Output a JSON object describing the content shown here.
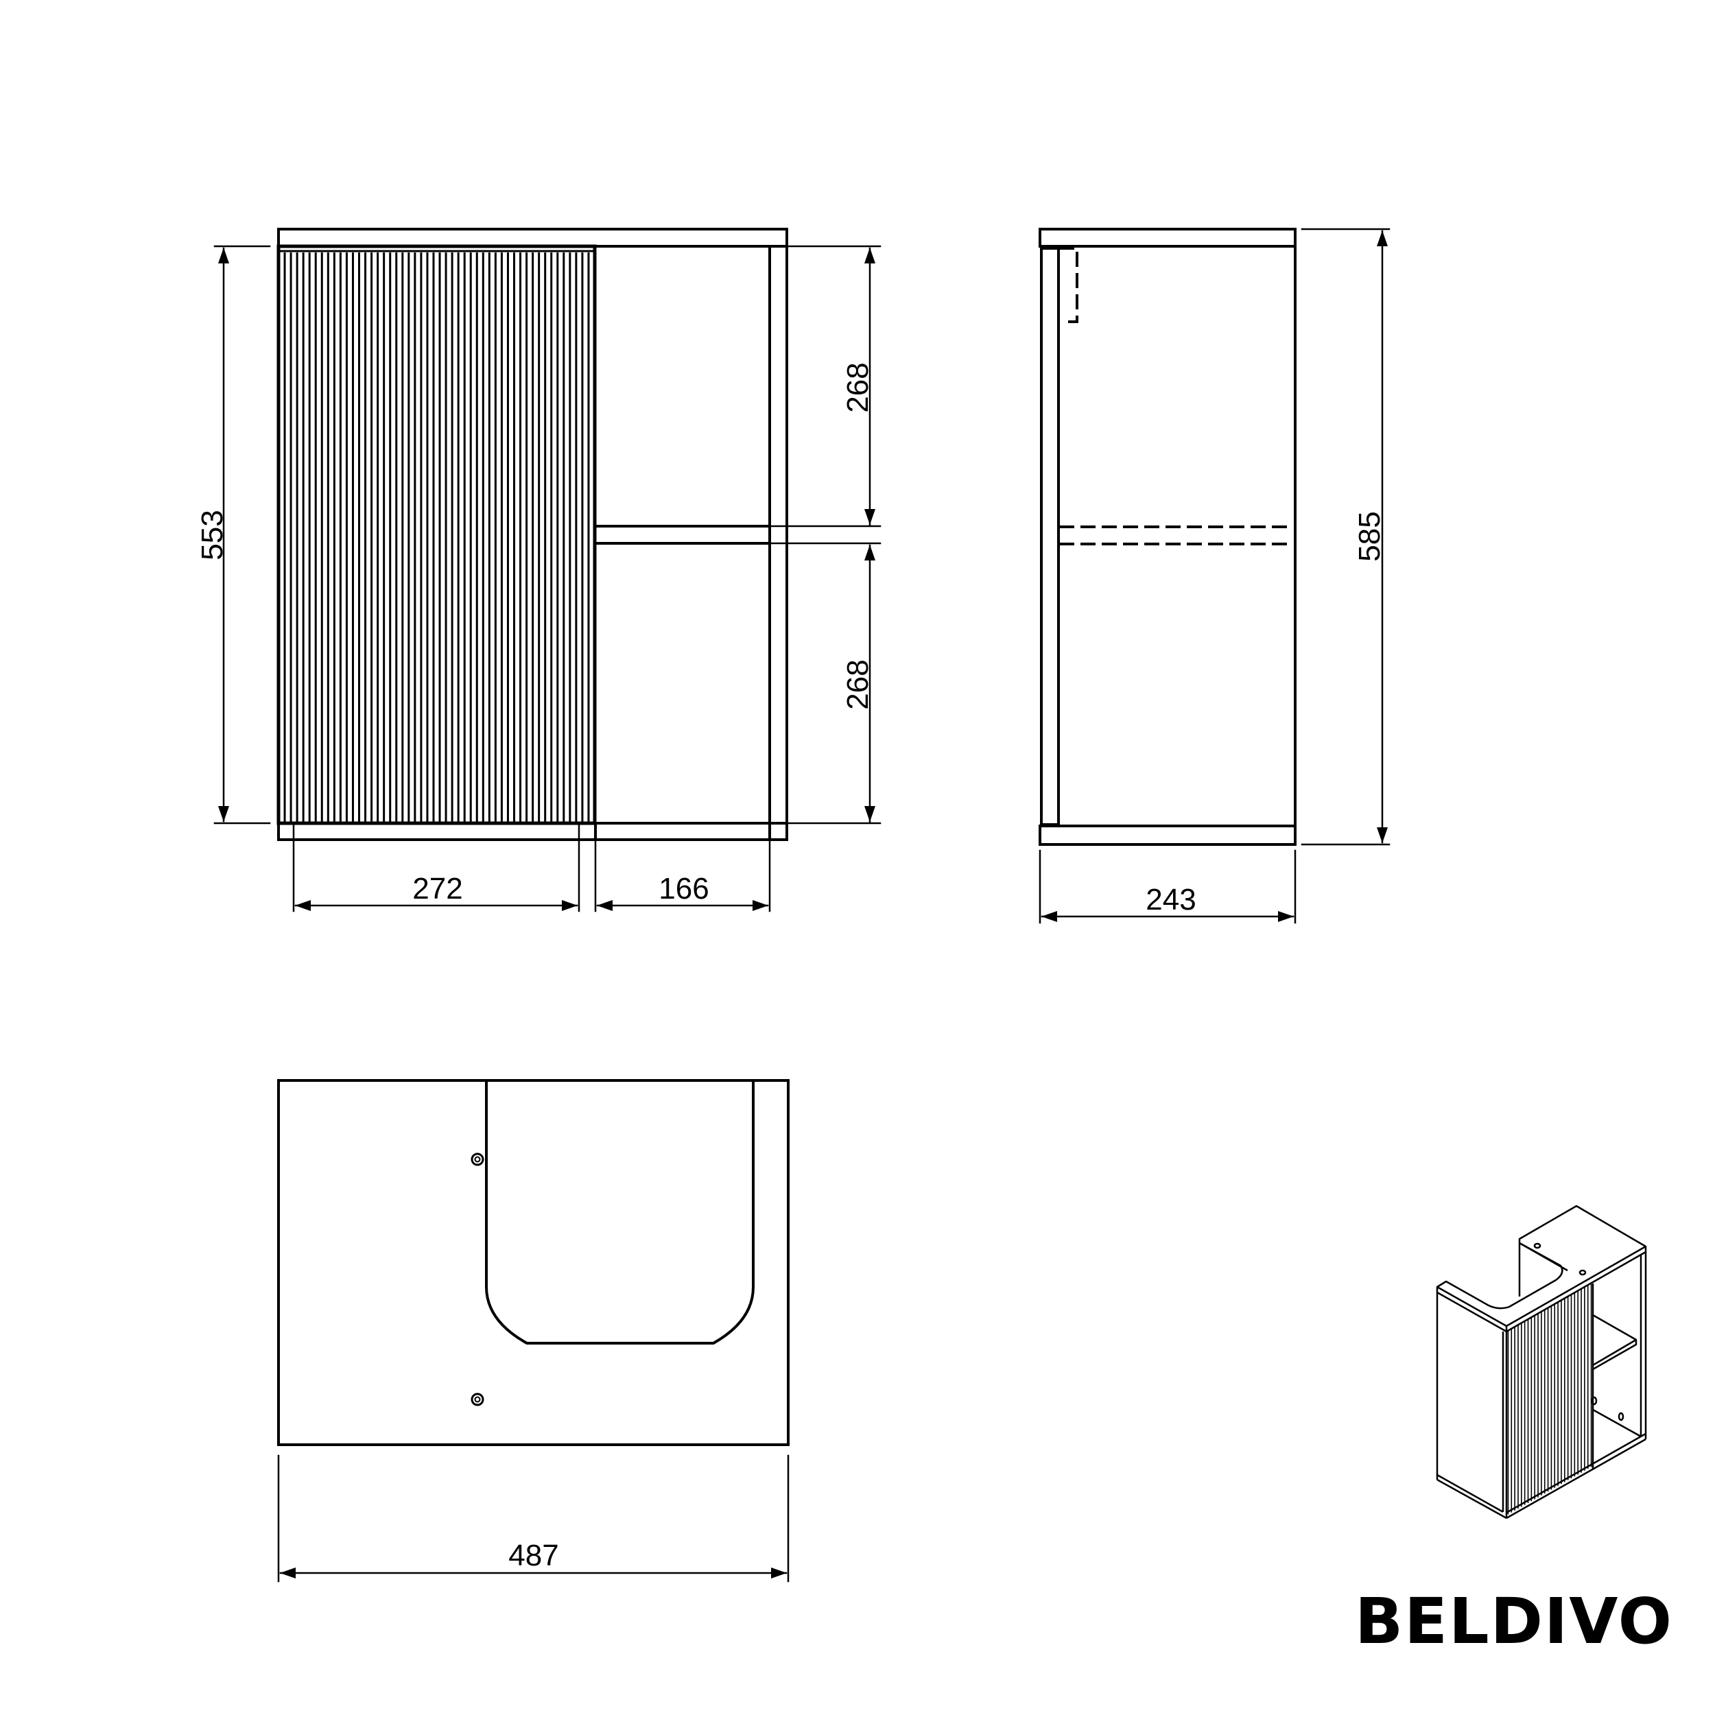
{
  "drawing": {
    "title": "Cabinet technical drawing",
    "units": "mm",
    "stroke_color": "#000000",
    "background": "#ffffff"
  },
  "front_view": {
    "height_door_label": "553",
    "upper_shelf_label": "268",
    "lower_shelf_label": "268",
    "door_width_label": "272",
    "open_width_label": "166",
    "flute_count": 51
  },
  "side_view": {
    "total_height_label": "585",
    "depth_label": "243"
  },
  "top_view": {
    "total_width_label": "487",
    "screw_holes": 2
  },
  "iso_view": {
    "description": "Isometric view of cabinet with fluted sliding door and open shelf"
  },
  "brand": {
    "name": "BELDIVO"
  }
}
